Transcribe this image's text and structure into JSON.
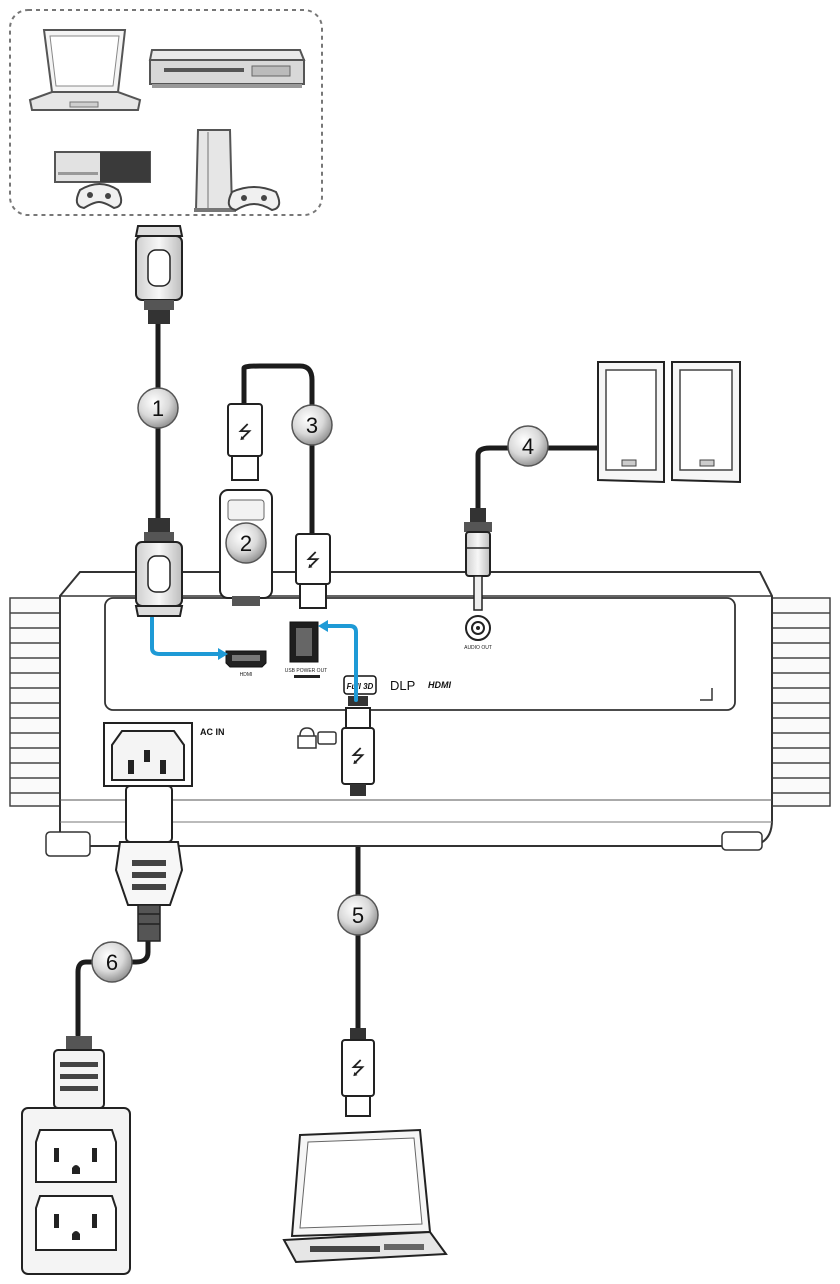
{
  "callouts": [
    "1",
    "2",
    "3",
    "4",
    "5",
    "6"
  ],
  "ports": {
    "hdmi": "HDMI",
    "usb_power": "USB POWER OUT",
    "audio_out": "AUDIO OUT",
    "ac_in": "AC IN"
  },
  "logos": {
    "full3d": "Full 3D",
    "dlp": "DLP",
    "hdmi_logo": "HDMI"
  },
  "colors": {
    "cable": "#1c1c1c",
    "signal": "#1e9ad6",
    "outline": "#444444"
  },
  "devices": [
    "laptop-icon",
    "dvd-player-icon",
    "xbox-console-icon",
    "playstation-console-icon",
    "speakers-icon",
    "wall-outlet-icon"
  ]
}
